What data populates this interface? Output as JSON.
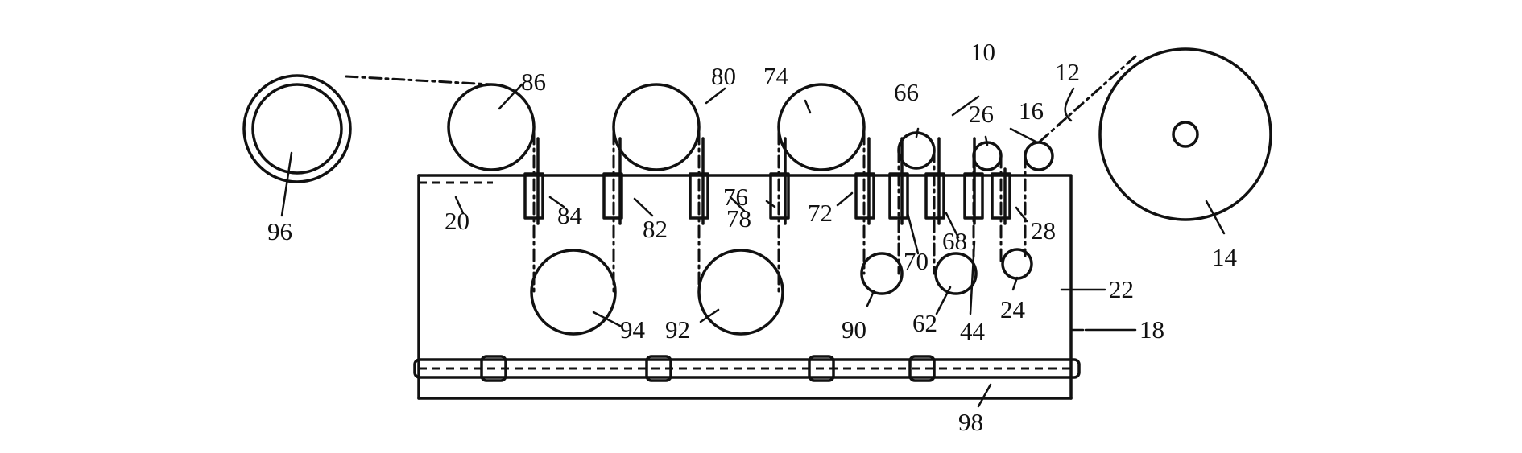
{
  "diagram": {
    "labels": {
      "l10": "10",
      "l12": "12",
      "l14": "14",
      "l16": "16",
      "l18": "18",
      "l20": "20",
      "l22": "22",
      "l24": "24",
      "l26": "26",
      "l28": "28",
      "l44": "44",
      "l62": "62",
      "l66": "66",
      "l68": "68",
      "l70": "70",
      "l72": "72",
      "l74": "74",
      "l76": "76",
      "l78": "78",
      "l80": "80",
      "l82": "82",
      "l84": "84",
      "l86": "86",
      "l90": "90",
      "l92": "92",
      "l94": "94",
      "l96": "96",
      "l98": "98"
    }
  }
}
